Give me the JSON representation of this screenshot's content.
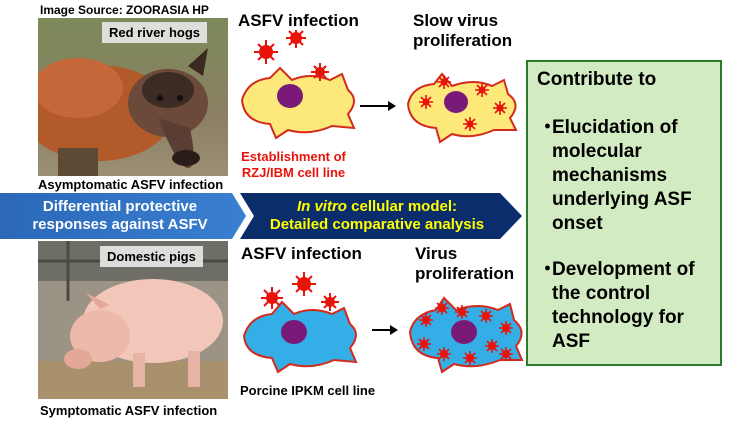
{
  "image_source": "Image Source: ZOORASIA HP",
  "top_photo": {
    "label": "Red river hogs",
    "caption": "Asymptomatic ASFV infection"
  },
  "bottom_photo": {
    "label": "Domestic pigs",
    "caption": "Symptomatic ASFV infection"
  },
  "top_row": {
    "infection_heading": "ASFV infection",
    "outcome_heading_line1": "Slow virus",
    "outcome_heading_line2": "proliferation",
    "cell_line_line1": "Establishment of",
    "cell_line_line2": "RZJ/IBM cell line"
  },
  "bottom_row": {
    "infection_heading": "ASFV infection",
    "outcome_heading_line1": "Virus",
    "outcome_heading_line2": "proliferation",
    "cell_line": "Porcine IPKM cell line"
  },
  "band": {
    "left_line1": "Differential protective",
    "left_line2": "responses  against ASFV",
    "right_line1_italic": "In vitro",
    "right_line1_rest": " cellular model:",
    "right_line2": "Detailed comparative analysis"
  },
  "contribute": {
    "title": "Contribute to",
    "bullet": "・",
    "items": [
      [
        "Elucidation of",
        "molecular",
        "mechanisms",
        "underlying ASF",
        "onset"
      ],
      [
        "Development of",
        "the control",
        "technology for",
        "ASF"
      ]
    ]
  },
  "colors": {
    "band_light": "#2f73c4",
    "band_dark": "#0c2d6b",
    "band_yellow_text": "#ffff00",
    "cell_yellow": "#fce97a",
    "cell_blue": "#34aee6",
    "cell_outline": "#d42a1c",
    "nucleus": "#7a1a78",
    "virus_red": "#e8140c",
    "green_fill": "#d3ebc2",
    "green_border": "#2d7a2d"
  }
}
